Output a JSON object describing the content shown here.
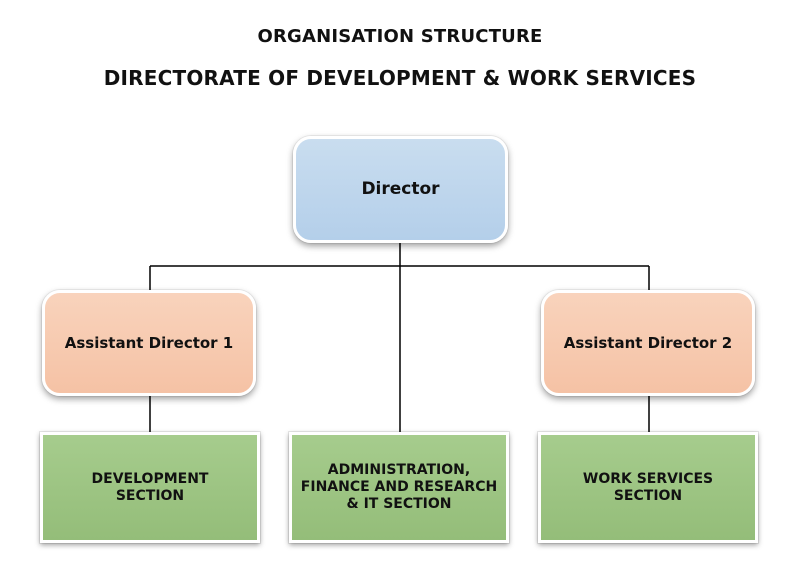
{
  "header": {
    "title": "ORGANISATION STRUCTURE",
    "subtitle": "DIRECTORATE OF DEVELOPMENT & WORK SERVICES"
  },
  "director": {
    "label": "Director"
  },
  "assistants": [
    {
      "label": "Assistant Director 1"
    },
    {
      "label": "Assistant Director 2"
    }
  ],
  "sections": [
    {
      "lines": [
        "DEVELOPMENT",
        "SECTION"
      ]
    },
    {
      "lines": [
        "ADMINISTRATION,",
        "FINANCE AND RESEARCH",
        "& IT SECTION"
      ]
    },
    {
      "lines": [
        "WORK SERVICES",
        "SECTION"
      ]
    }
  ],
  "colors": {
    "director_fill": "#bcd4ec",
    "assistant_fill": "#f7c9ae",
    "section_fill": "#9dc483",
    "connector": "#000000"
  }
}
